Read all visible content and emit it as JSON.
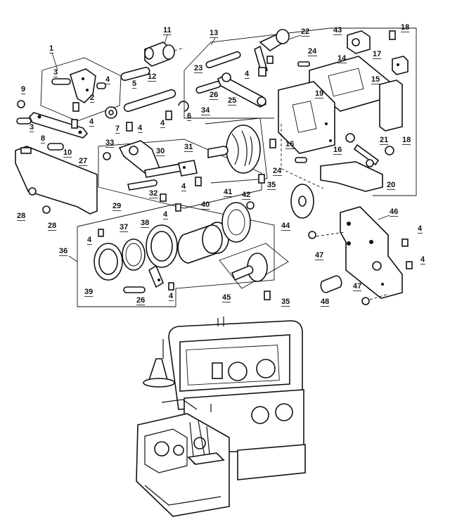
{
  "callouts": [
    {
      "id": "c1",
      "label": "1"
    },
    {
      "id": "c2",
      "label": "2"
    },
    {
      "id": "c3a",
      "label": "3"
    },
    {
      "id": "c3b",
      "label": "3"
    },
    {
      "id": "c4a",
      "label": "4"
    },
    {
      "id": "c4b",
      "label": "4"
    },
    {
      "id": "c4c",
      "label": "4"
    },
    {
      "id": "c4d",
      "label": "4"
    },
    {
      "id": "c4e",
      "label": "4"
    },
    {
      "id": "c4f",
      "label": "4"
    },
    {
      "id": "c4g",
      "label": "4"
    },
    {
      "id": "c4h",
      "label": "4"
    },
    {
      "id": "c4i",
      "label": "4"
    },
    {
      "id": "c4j",
      "label": "4"
    },
    {
      "id": "c4k",
      "label": "4"
    },
    {
      "id": "c5",
      "label": "5"
    },
    {
      "id": "c6",
      "label": "6"
    },
    {
      "id": "c7",
      "label": "7"
    },
    {
      "id": "c8",
      "label": "8"
    },
    {
      "id": "c9",
      "label": "9"
    },
    {
      "id": "c10",
      "label": "10"
    },
    {
      "id": "c11",
      "label": "11"
    },
    {
      "id": "c12",
      "label": "12"
    },
    {
      "id": "c13",
      "label": "13"
    },
    {
      "id": "c14",
      "label": "14"
    },
    {
      "id": "c15",
      "label": "15"
    },
    {
      "id": "c16a",
      "label": "16"
    },
    {
      "id": "c16b",
      "label": "16"
    },
    {
      "id": "c17",
      "label": "17"
    },
    {
      "id": "c18a",
      "label": "18"
    },
    {
      "id": "c18b",
      "label": "18"
    },
    {
      "id": "c19",
      "label": "19"
    },
    {
      "id": "c20",
      "label": "20"
    },
    {
      "id": "c21",
      "label": "21"
    },
    {
      "id": "c22",
      "label": "22"
    },
    {
      "id": "c23",
      "label": "23"
    },
    {
      "id": "c24a",
      "label": "24"
    },
    {
      "id": "c24b",
      "label": "24"
    },
    {
      "id": "c25",
      "label": "25"
    },
    {
      "id": "c26a",
      "label": "26"
    },
    {
      "id": "c26b",
      "label": "26"
    },
    {
      "id": "c27",
      "label": "27"
    },
    {
      "id": "c28a",
      "label": "28"
    },
    {
      "id": "c28b",
      "label": "28"
    },
    {
      "id": "c29",
      "label": "29"
    },
    {
      "id": "c30",
      "label": "30"
    },
    {
      "id": "c31",
      "label": "31"
    },
    {
      "id": "c32",
      "label": "32"
    },
    {
      "id": "c33",
      "label": "33"
    },
    {
      "id": "c34",
      "label": "34"
    },
    {
      "id": "c35a",
      "label": "35"
    },
    {
      "id": "c35b",
      "label": "35"
    },
    {
      "id": "c36",
      "label": "36"
    },
    {
      "id": "c37",
      "label": "37"
    },
    {
      "id": "c38",
      "label": "38"
    },
    {
      "id": "c39",
      "label": "39"
    },
    {
      "id": "c40",
      "label": "40"
    },
    {
      "id": "c41",
      "label": "41"
    },
    {
      "id": "c42",
      "label": "42"
    },
    {
      "id": "c43",
      "label": "43"
    },
    {
      "id": "c44",
      "label": "44"
    },
    {
      "id": "c45",
      "label": "45"
    },
    {
      "id": "c46",
      "label": "46"
    },
    {
      "id": "c47a",
      "label": "47"
    },
    {
      "id": "c47b",
      "label": "47"
    },
    {
      "id": "c48",
      "label": "48"
    }
  ]
}
